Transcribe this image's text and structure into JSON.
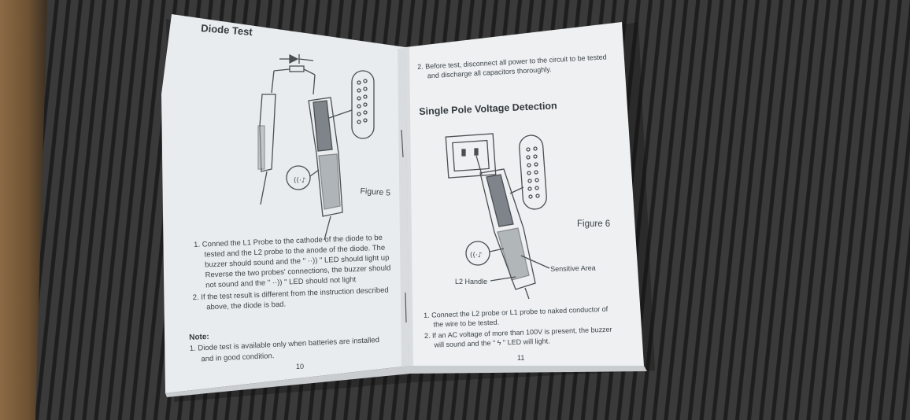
{
  "left_page": {
    "title": "Diode Test",
    "figure_label": "Figure 5",
    "instructions": [
      "1.  Conned the L1 Probe to the cathode of the diode to be",
      "tested and the L2 probe to the anode of the diode. The",
      "buzzer should sound  and the \" ··)) \" LED should light up",
      "Reverse the two probes' connections, the buzzer should",
      "not sound and the \" ··)) \" LED should not light",
      "2.  If the test result is different from the instruction described",
      "above, the diode is bad."
    ],
    "note_title": "Note:",
    "note_lines": [
      "1.  Diode test is available only when batteries are installed",
      "and in good condition."
    ],
    "page_number": "10"
  },
  "right_page": {
    "intro_lines": [
      "2.  Before test, disconnect all power to the circuit to be tested",
      "and discharge all capacitors thoroughly."
    ],
    "title": "Single Pole Voltage Detection",
    "figure_label": "Figure 6",
    "sensitive_area_label": "Sensitive Area",
    "handle_label": "L2 Handle",
    "instructions": [
      "1.  Connect the L2 probe or L1 probe to naked conductor of",
      "the wire to be tested.",
      "2.  If an AC voltage of more than 100V is present, the buzzer",
      "will sound and the \" ϟ \" LED will light."
    ],
    "page_number": "11"
  },
  "colors": {
    "paper": "#eceff0",
    "ink": "#3c4348",
    "mat": "#2b2b2b"
  }
}
